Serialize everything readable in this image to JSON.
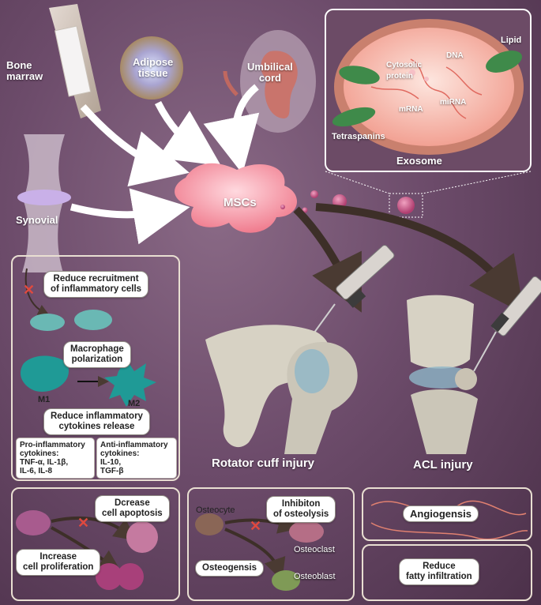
{
  "sources": {
    "bone_marrow": "Bone\nmarraw",
    "adipose": "Adipose\ntissue",
    "umbilical": "Umbilical\ncord",
    "synovial": "Synovial"
  },
  "center": {
    "mscs": "MSCs"
  },
  "exosome": {
    "title": "Exosome",
    "lipid": "Lipid",
    "dna": "DNA",
    "cytosolic": "Cytosolic\nprotein",
    "mrna": "mRNA",
    "mirna": "miRNA",
    "tetraspanins": "Tetraspanins"
  },
  "injuries": {
    "rotator": "Rotator cuff injury",
    "acl": "ACL injury"
  },
  "inflammation_panel": {
    "recruitment": "Reduce recruitment\nof inflammatory cells",
    "polarization": "Macrophage\npolarization",
    "m1": "M1",
    "m2": "M2",
    "cytokines": "Reduce inflammatory\ncytokines release",
    "pro": "Pro-inflammatory\ncytokines:\nTNF-α, IL-1β,\nIL-6, IL-8",
    "anti": "Anti-inflammatory\ncytokines:\nIL-10,\nTGF-β"
  },
  "cell_panel": {
    "apoptosis": "Dcrease\ncell apoptosis",
    "proliferation": "Increase\ncell proliferation"
  },
  "bone_panel": {
    "osteocyte": "Osteocyte",
    "inhibit": "Inhibiton\nof osteolysis",
    "osteoclast": "Osteoclast",
    "osteogenesis": "Osteogensis",
    "osteoblast": "Osteoblast"
  },
  "angio_panel": {
    "angio": "Angiogensis"
  },
  "fat_panel": {
    "fat": "Reduce\nfatty infiltration"
  },
  "colors": {
    "background": "#6d4c6b",
    "msc": "#f6a6b0",
    "exosome": "#d2678f",
    "panel": "#f3e4cc"
  }
}
